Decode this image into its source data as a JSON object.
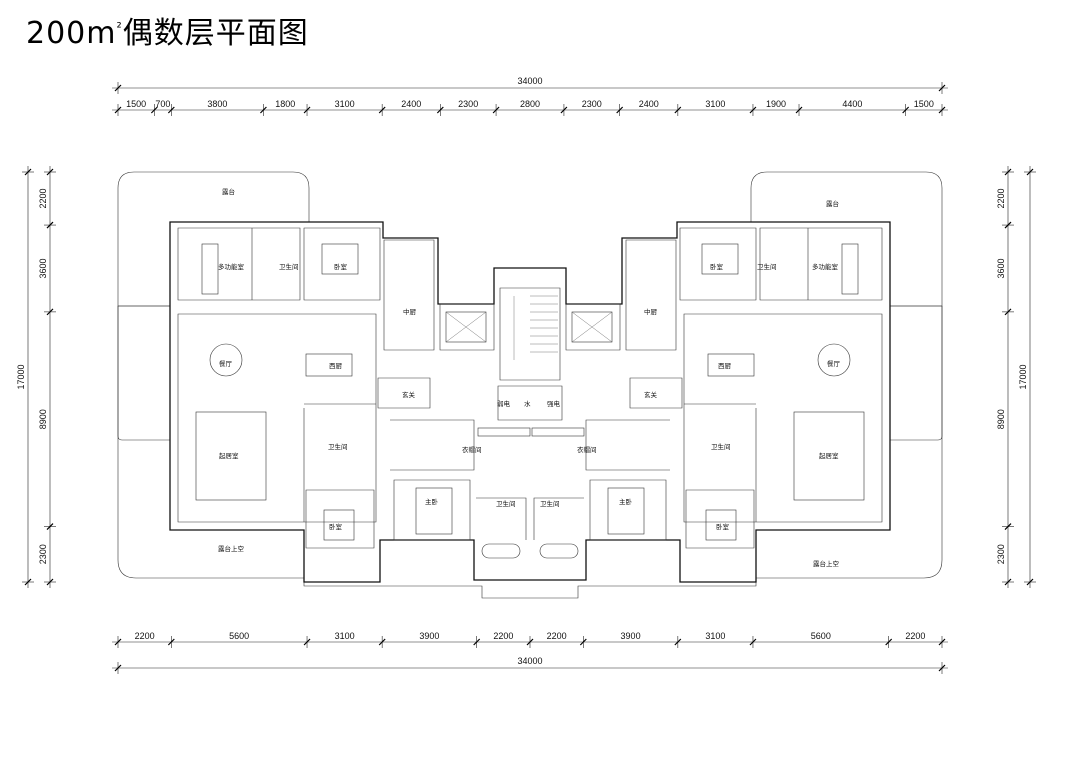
{
  "title": {
    "area": "200m",
    "sup": "²",
    "rest": "偶数层平面图"
  },
  "top_total": "34000",
  "top_dims": [
    "1500",
    "700",
    "3800",
    "1800",
    "3100",
    "2400",
    "2300",
    "2800",
    "2300",
    "2400",
    "3100",
    "1900",
    "4400",
    "1500"
  ],
  "bottom_total": "34000",
  "bottom_dims": [
    "2200",
    "5600",
    "3100",
    "3900",
    "2200",
    "2200",
    "3900",
    "3100",
    "5600",
    "2200"
  ],
  "side_total": "17000",
  "side_dims": [
    "2200",
    "3600",
    "8900",
    "2300"
  ],
  "rooms": {
    "terrace": "露台",
    "multi_room": "多功能室",
    "bathroom": "卫生间",
    "bedroom": "卧室",
    "chinese_kitchen": "中厨",
    "dining": "餐厅",
    "western_kitchen": "西厨",
    "entrance": "玄关",
    "weak_elec": "弱电",
    "water": "水",
    "strong_elec": "强电",
    "living": "起居室",
    "closet": "衣帽间",
    "master": "主卧",
    "terrace_over": "露台上空"
  }
}
